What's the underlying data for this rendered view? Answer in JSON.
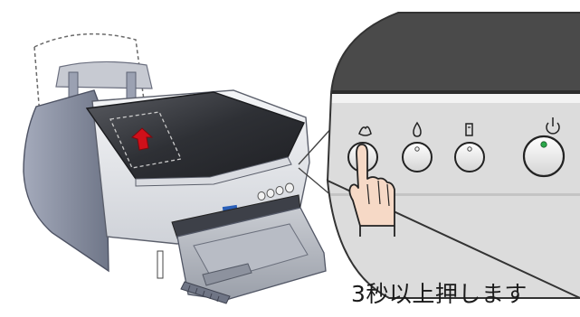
{
  "instruction": {
    "text": "3秒以上押します"
  },
  "control_panel": {
    "buttons": [
      {
        "name": "ink-button",
        "icon": "ink-drop-icon"
      },
      {
        "name": "paper-button",
        "icon": "paper-icon"
      },
      {
        "name": "cleaning-button",
        "icon": "cleaning-icon"
      },
      {
        "name": "power-button",
        "icon": "power-icon"
      }
    ],
    "highlighted_button": "ink-button"
  },
  "colors": {
    "printer_body": "#e6e8ec",
    "printer_lid": "#34363b",
    "printer_side": "#8b92a3",
    "panel_dark": "#4a4a4a",
    "panel_light": "#dcdcdc",
    "led_green": "#2aa84a",
    "arrow_red": "#d0101a",
    "hand_skin": "#f6d9c6"
  }
}
